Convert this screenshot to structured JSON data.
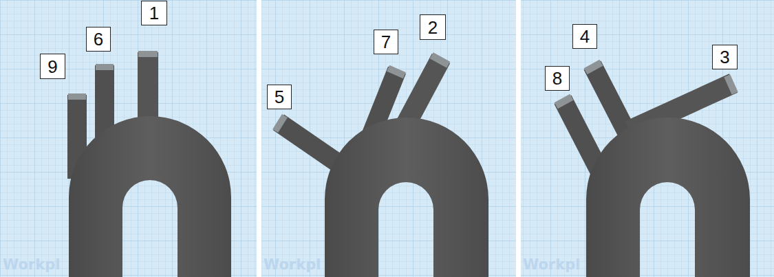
{
  "diagram": {
    "nodes": [
      {
        "text": [
          "9"
        ]
      },
      {
        "text": [
          "6"
        ]
      },
      {
        "text": [
          "1"
        ]
      },
      {
        "text": [
          "5"
        ]
      },
      {
        "text": [
          "7"
        ]
      },
      {
        "text": [
          "2"
        ]
      },
      {
        "text": [
          "8"
        ]
      },
      {
        "text": [
          "4"
        ]
      },
      {
        "text": [
          "3"
        ]
      }
    ],
    "labels": [
      "Workpl",
      "Workpl",
      "Workpl"
    ]
  }
}
